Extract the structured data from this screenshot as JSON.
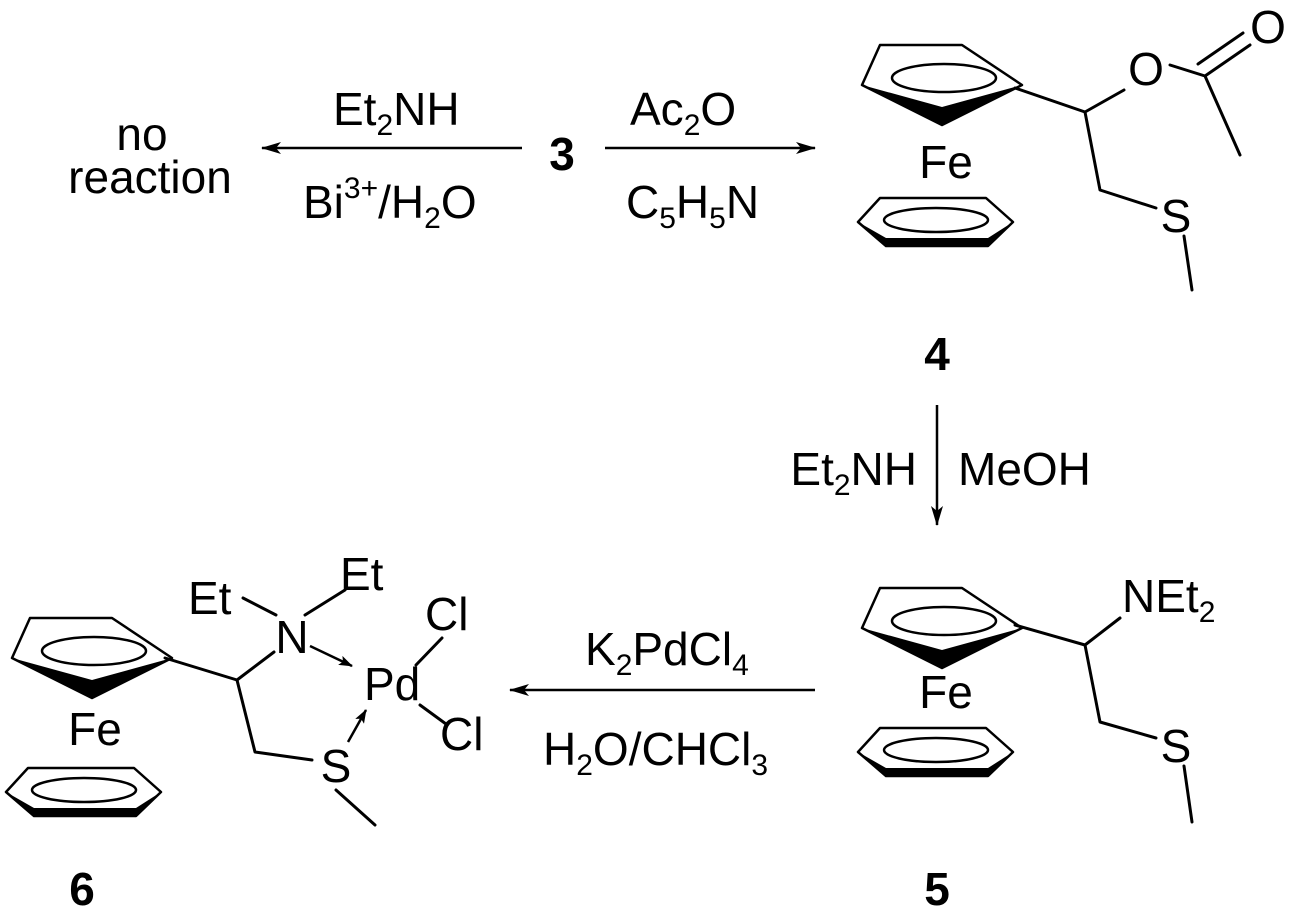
{
  "labels": {
    "no_reaction_line1": "no",
    "no_reaction_line2": "reaction",
    "compound_3": "3",
    "compound_4": "4",
    "compound_5": "5",
    "compound_6": "6",
    "fe": "Fe",
    "oxygen": "O",
    "sulfur": "S",
    "net2": "NEt",
    "net2_sub": "2",
    "et": "Et",
    "n": "N",
    "pd": "Pd",
    "cl": "Cl"
  },
  "reagents": {
    "left_top": {
      "main": "Et",
      "sub": "2",
      "tail": "NH"
    },
    "left_bottom": {
      "main": "Bi",
      "sup": "3+",
      "tail": "/H",
      "sub": "2",
      "tail2": "O"
    },
    "right_top": {
      "main": "Ac",
      "sub": "2",
      "tail": "O"
    },
    "right_bottom": {
      "p1": "C",
      "s1": "5",
      "p2": "H",
      "s2": "5",
      "p3": "N"
    },
    "down_left": {
      "main": "Et",
      "sub": "2",
      "tail": "NH"
    },
    "down_right": "MeOH",
    "bottom_top": {
      "p1": "K",
      "s1": "2",
      "p2": "PdCl",
      "s2": "4"
    },
    "bottom_bottom": {
      "p1": "H",
      "s1": "2",
      "p2": "O/CHCl",
      "s2": "3"
    }
  }
}
